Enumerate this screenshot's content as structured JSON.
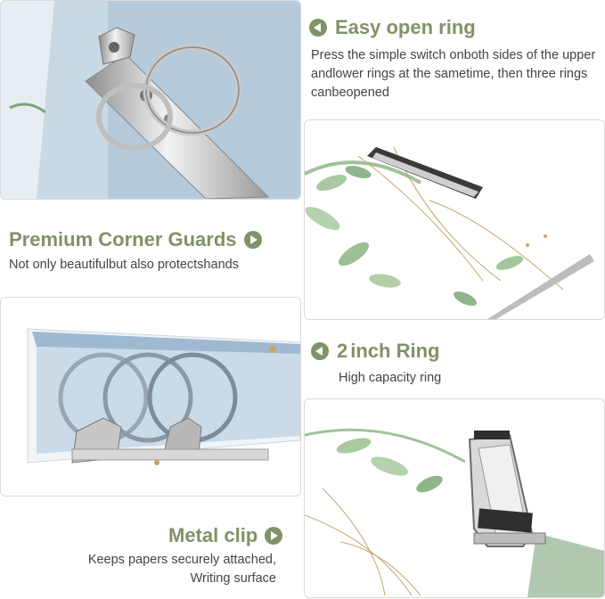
{
  "features": {
    "easy_open": {
      "title": "Easy open ring",
      "description": "Press the simple switch onboth sides of the upper andlower rings at the sametime, then three rings canbeopened"
    },
    "corner_guards": {
      "title": "Premium Corner Guards",
      "description": "Not only beautifulbut also protectshands"
    },
    "ring_size": {
      "title_num": "2",
      "title_rest": "inch Ring",
      "description": "High capacity ring"
    },
    "metal_clip": {
      "title": "Metal clip",
      "description_line1": "Keeps papers securely attached,",
      "description_line2": "Writing surface"
    }
  },
  "icons": {
    "left_arrow": "arrow-left-circle-icon",
    "right_arrow": "arrow-right-circle-icon"
  },
  "colors": {
    "accent": "#7f9366",
    "binder_blue": "#b8cfe0",
    "text": "#444444"
  }
}
